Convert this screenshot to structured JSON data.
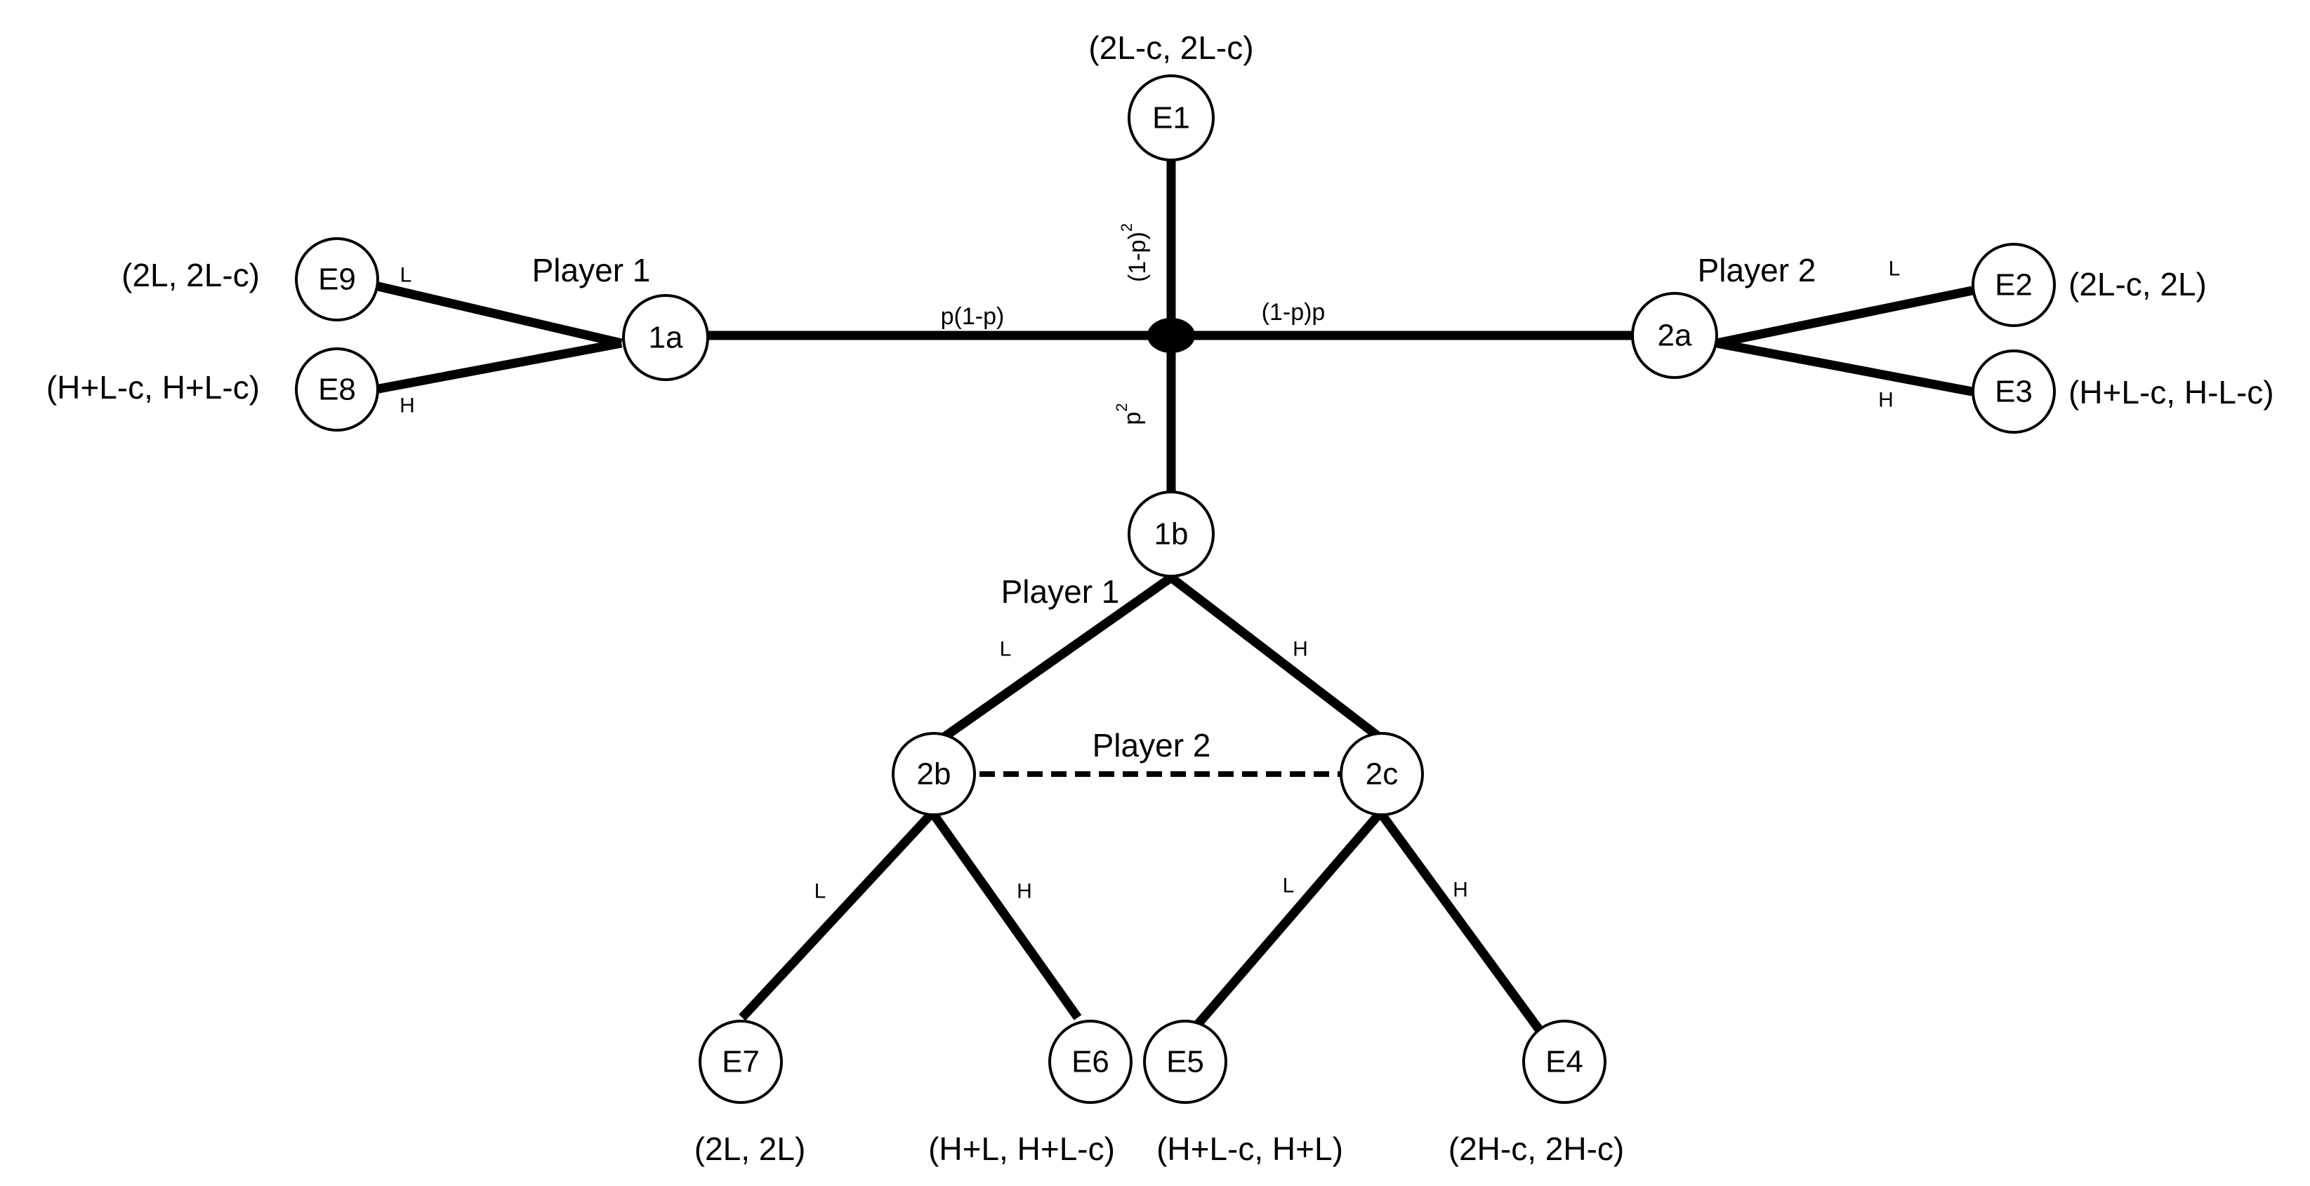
{
  "nodes": {
    "e1": "E1",
    "e2": "E2",
    "e3": "E3",
    "e4": "E4",
    "e5": "E5",
    "e6": "E6",
    "e7": "E7",
    "e8": "E8",
    "e9": "E9",
    "n1a": "1a",
    "n1b": "1b",
    "n2a": "2a",
    "n2b": "2b",
    "n2c": "2c"
  },
  "players": {
    "left": "Player 1",
    "right": "Player 2",
    "bottom": "Player 1",
    "info_set": "Player 2"
  },
  "payoffs": {
    "e1": "(2L-c, 2L-c)",
    "e2": "(2L-c, 2L)",
    "e3": "(H+L-c, H-L-c)",
    "e4": "(2H-c, 2H-c)",
    "e5": "(H+L-c, H+L)",
    "e6": "(H+L, H+L-c)",
    "e7": "(2L, 2L)",
    "e8": "(H+L-c, H+L-c)",
    "e9": "(2L, 2L-c)"
  },
  "probabilities": {
    "left_base": "p(1-p)",
    "right_base": "(1-p)p",
    "up_base": "(1-p)",
    "up_exp": "2",
    "down_base": "p",
    "down_exp": "2"
  },
  "actions": {
    "e9_edge": "L",
    "e8_edge": "H",
    "e2_edge": "L",
    "e3_edge": "H",
    "to_2b": "L",
    "to_2c": "H",
    "to_e7": "L",
    "to_e6": "H",
    "to_e5": "L",
    "to_e4": "H"
  }
}
